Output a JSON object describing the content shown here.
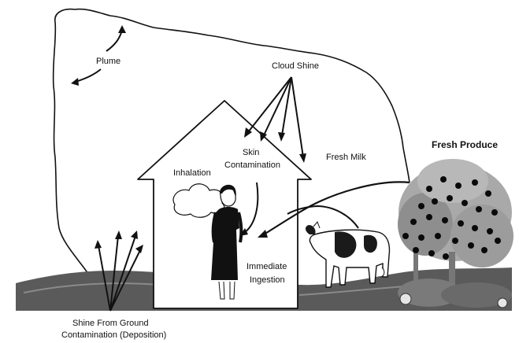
{
  "labels": {
    "plume": "Plume",
    "cloud_shine": "Cloud Shine",
    "skin_line1": "Skin",
    "skin_line2": "Contamination",
    "inhalation": "Inhalation",
    "fresh_milk": "Fresh Milk",
    "fresh_produce": "Fresh Produce",
    "immediate_line1": "Immediate",
    "immediate_line2": "Ingestion",
    "ground_line1": "Shine From Ground",
    "ground_line2": "Contamination (Deposition)"
  },
  "colors": {
    "ink": "#111111",
    "ground": "#4f4f4f",
    "foliage": "#9a9a9a",
    "fruit": "#0a0a0a",
    "cow_patch": "#1a1a1a"
  },
  "icons": [
    "plume-cloud",
    "house",
    "person",
    "breath-cloud",
    "cow",
    "fruit-tree",
    "ground"
  ]
}
